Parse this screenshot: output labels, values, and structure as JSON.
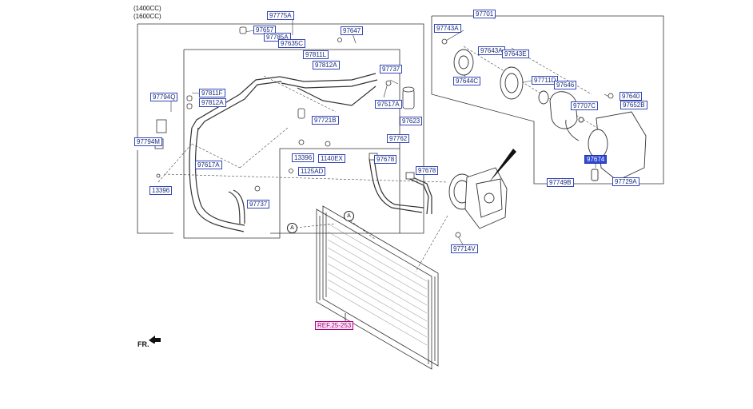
{
  "header": {
    "engine_1": "(1400CC)",
    "engine_2": "(1600CC)"
  },
  "labels": {
    "p97775A": "97775A",
    "p97657": "97657",
    "p97785A": "97785A",
    "p97635C": "97635C",
    "p97647": "97647",
    "p97811L": "97811L",
    "p97812A_top": "97812A",
    "p97737_top": "97737",
    "p97794Q": "97794Q",
    "p97811F": "97811F",
    "p97812A_left": "97812A",
    "p97517A": "97517A",
    "p97721B": "97721B",
    "p97623": "97623",
    "p97794M": "97794M",
    "p13396_mid": "13396",
    "p1140EX": "1140EX",
    "p97617A": "97617A",
    "p1125AD": "1125AD",
    "p13396_left": "13396",
    "p97737_low": "97737",
    "p97762": "97762",
    "p97678_a": "97678",
    "p97678_b": "97678",
    "p97714V": "97714V",
    "p97701": "97701",
    "p97743A": "97743A",
    "p97643A": "97643A",
    "p97643E": "97643E",
    "p97644C": "97644C",
    "p97711D": "97711D",
    "p97646": "97646",
    "p97640": "97640",
    "p97707C": "97707C",
    "p97652B": "97652B",
    "p97674": "97674",
    "p97749B": "97749B",
    "p97729A": "97729A",
    "ref": "REF.25-253"
  },
  "markers": {
    "a1": "A",
    "a2": "A"
  },
  "direction": "FR.",
  "colors": {
    "label_border": "#3346b8",
    "label_text": "#1a2a7a",
    "selected_fill": "#2f49d6",
    "ref_color": "#b00080",
    "line": "#222222"
  }
}
